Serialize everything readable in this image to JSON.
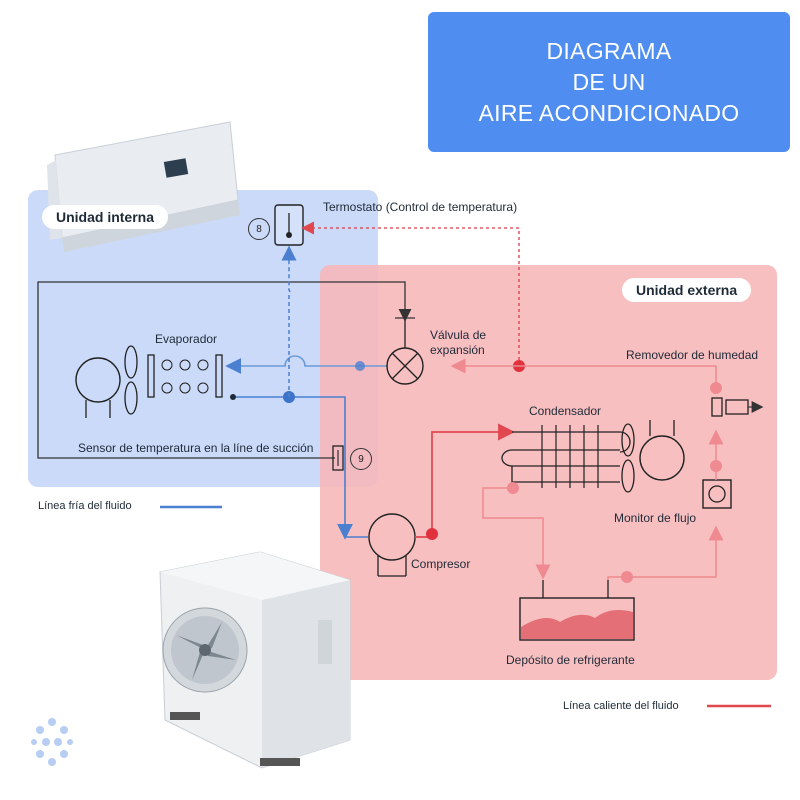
{
  "title": {
    "line1": "DIAGRAMA",
    "line2": "DE UN",
    "line3": "AIRE ACONDICIONADO"
  },
  "units": {
    "internal": "Unidad interna",
    "external": "Unidad externa"
  },
  "components": {
    "thermostat": "Termostato (Control de temperatura)",
    "evaporator": "Evaporador",
    "expansion_valve_line1": "Válvula de",
    "expansion_valve_line2": "expansión",
    "moisture_remover": "Removedor de humedad",
    "condenser": "Condensador",
    "suction_sensor": "Sensor de temperatura en la líne de succión",
    "flow_monitor": "Monitor de flujo",
    "compressor": "Compresor",
    "refrigerant_tank": "Depósito de refrigerante"
  },
  "markers": {
    "thermostat_number": "8",
    "sensor_number": "9"
  },
  "legend": {
    "cold_line": "Línea fría del fluido",
    "hot_line": "Línea caliente del fluido"
  },
  "colors": {
    "title_bg": "#4f8ef0",
    "internal_bg": "#c6d7f7",
    "external_bg": "#f7b6b8",
    "cold_line": "#4b7fd0",
    "hot_line": "#e0474f",
    "hot_dashed": "#d93a45"
  }
}
